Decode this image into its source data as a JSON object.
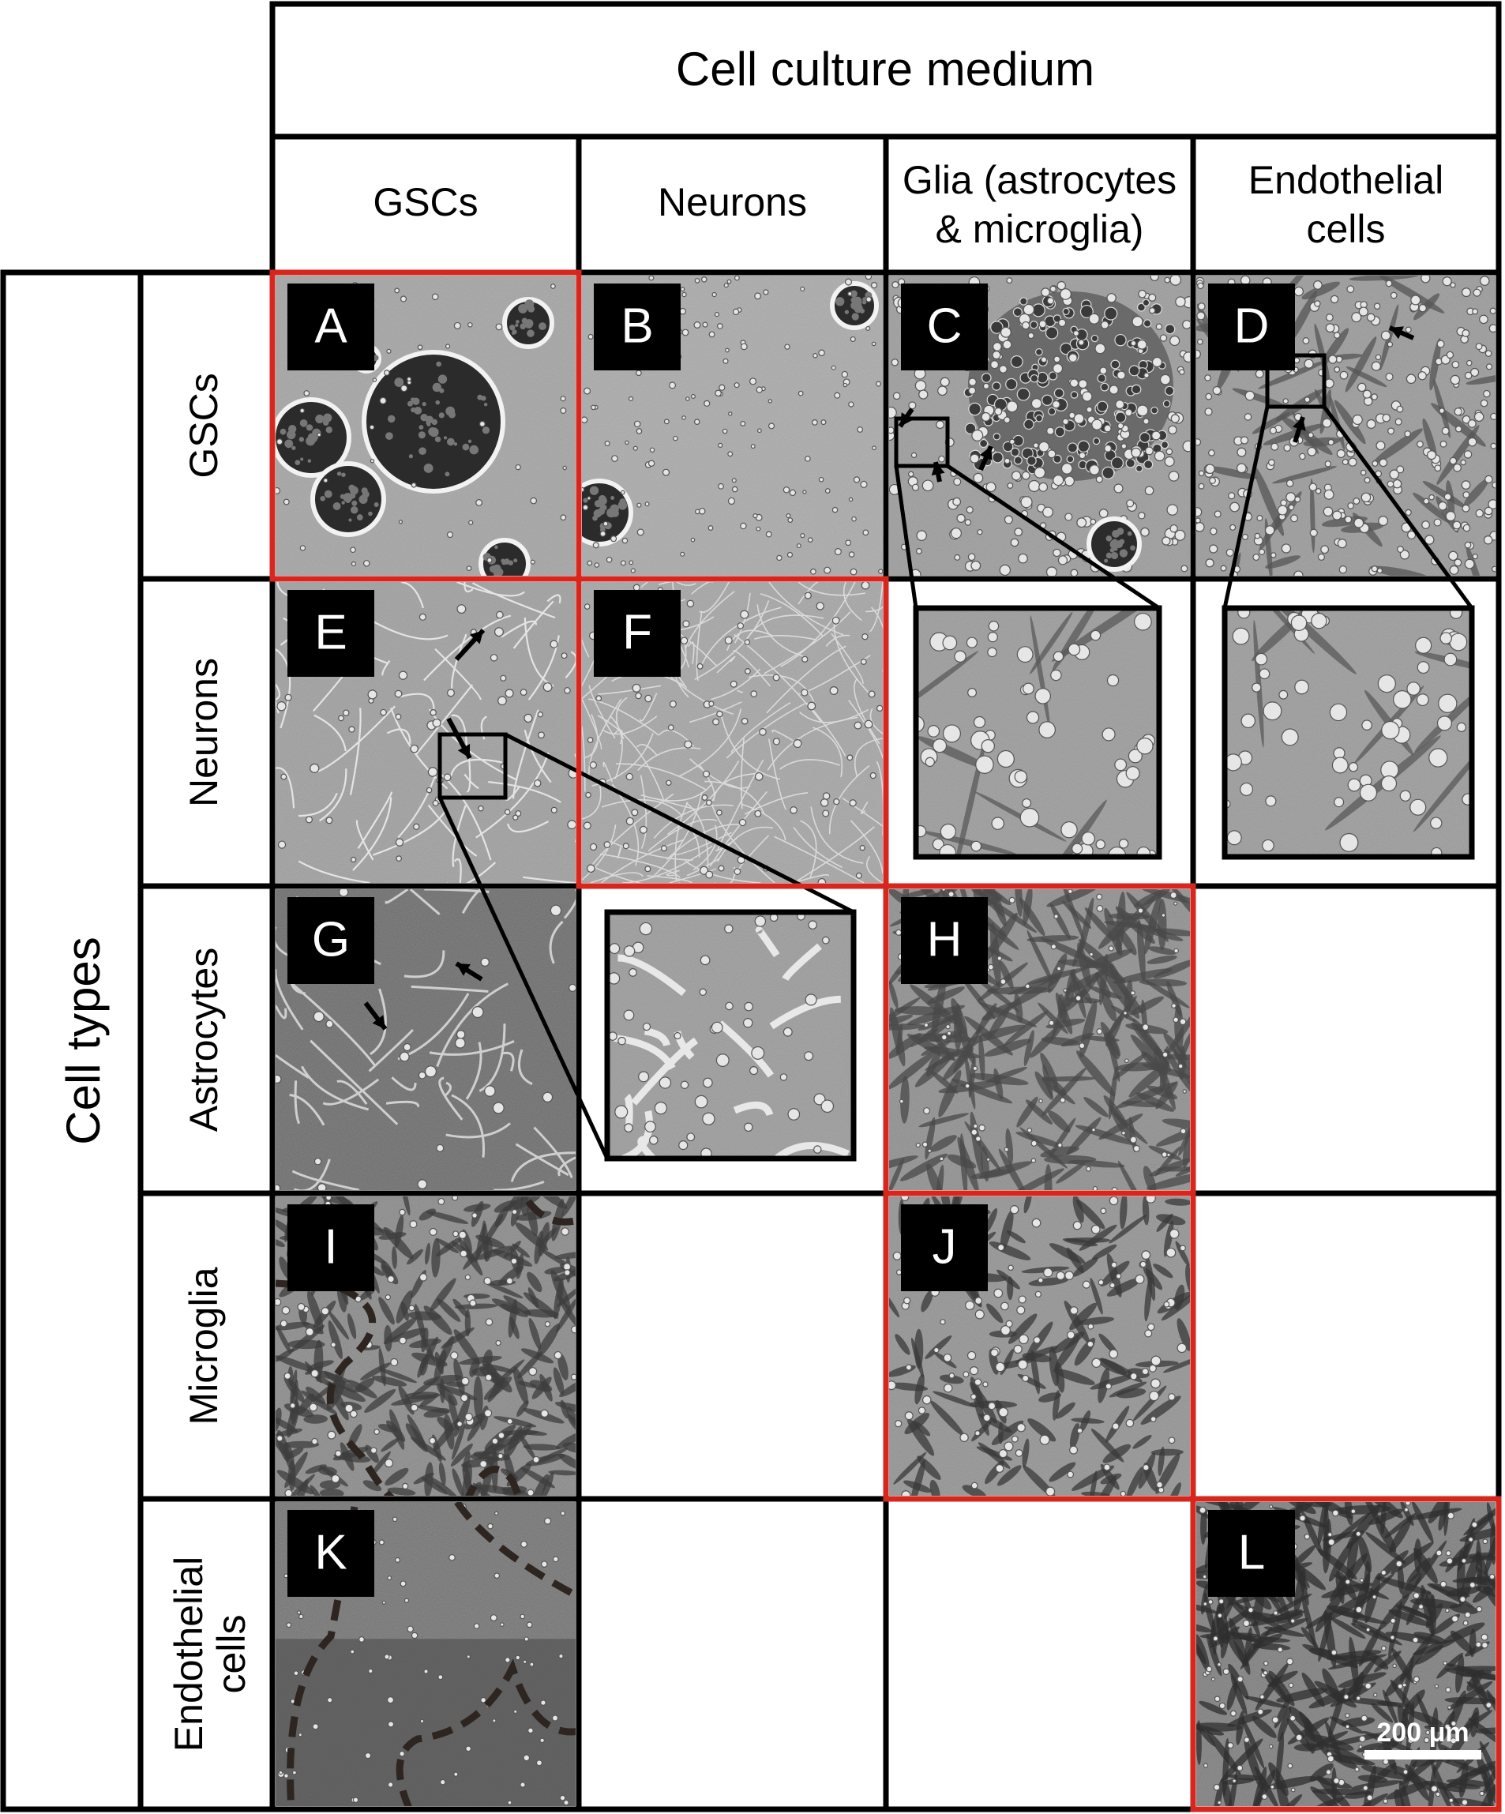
{
  "header": {
    "title": "Cell culture medium"
  },
  "columns": [
    {
      "line1": "GSCs",
      "line2": ""
    },
    {
      "line1": "Neurons",
      "line2": ""
    },
    {
      "line1": "Glia (astrocytes",
      "line2": "& microglia)"
    },
    {
      "line1": "Endothelial",
      "line2": "cells"
    }
  ],
  "side": {
    "title": "Cell types"
  },
  "rows": [
    {
      "line1": "GSCs",
      "line2": ""
    },
    {
      "line1": "Neurons",
      "line2": ""
    },
    {
      "line1": "Astrocytes",
      "line2": ""
    },
    {
      "line1": "Microglia",
      "line2": ""
    },
    {
      "line1": "Endothelial",
      "line2": "cells"
    }
  ],
  "panels": [
    {
      "label": "A",
      "row": 0,
      "col": 0,
      "matched": true,
      "texture": "spheres"
    },
    {
      "label": "B",
      "row": 0,
      "col": 1,
      "matched": false,
      "texture": "sparse"
    },
    {
      "label": "C",
      "row": 0,
      "col": 2,
      "matched": false,
      "texture": "cluster"
    },
    {
      "label": "D",
      "row": 0,
      "col": 3,
      "matched": false,
      "texture": "adherent"
    },
    {
      "label": "E",
      "row": 1,
      "col": 0,
      "matched": false,
      "texture": "network"
    },
    {
      "label": "F",
      "row": 1,
      "col": 1,
      "matched": true,
      "texture": "network-dense"
    },
    {
      "label": "G",
      "row": 2,
      "col": 0,
      "matched": false,
      "texture": "network-dark"
    },
    {
      "label": "H",
      "row": 2,
      "col": 2,
      "matched": true,
      "texture": "confluent"
    },
    {
      "label": "I",
      "row": 3,
      "col": 0,
      "matched": false,
      "texture": "dense-outlined"
    },
    {
      "label": "J",
      "row": 3,
      "col": 2,
      "matched": true,
      "texture": "spindle"
    },
    {
      "label": "K",
      "row": 4,
      "col": 0,
      "matched": false,
      "texture": "dark-outlined"
    },
    {
      "label": "L",
      "row": 4,
      "col": 3,
      "matched": true,
      "texture": "elongated"
    }
  ],
  "scalebar": {
    "label": "200 μm"
  },
  "colors": {
    "matched_border": "#d7261e",
    "grid": "#000000",
    "micrograph_base": "#8c8c8c"
  }
}
